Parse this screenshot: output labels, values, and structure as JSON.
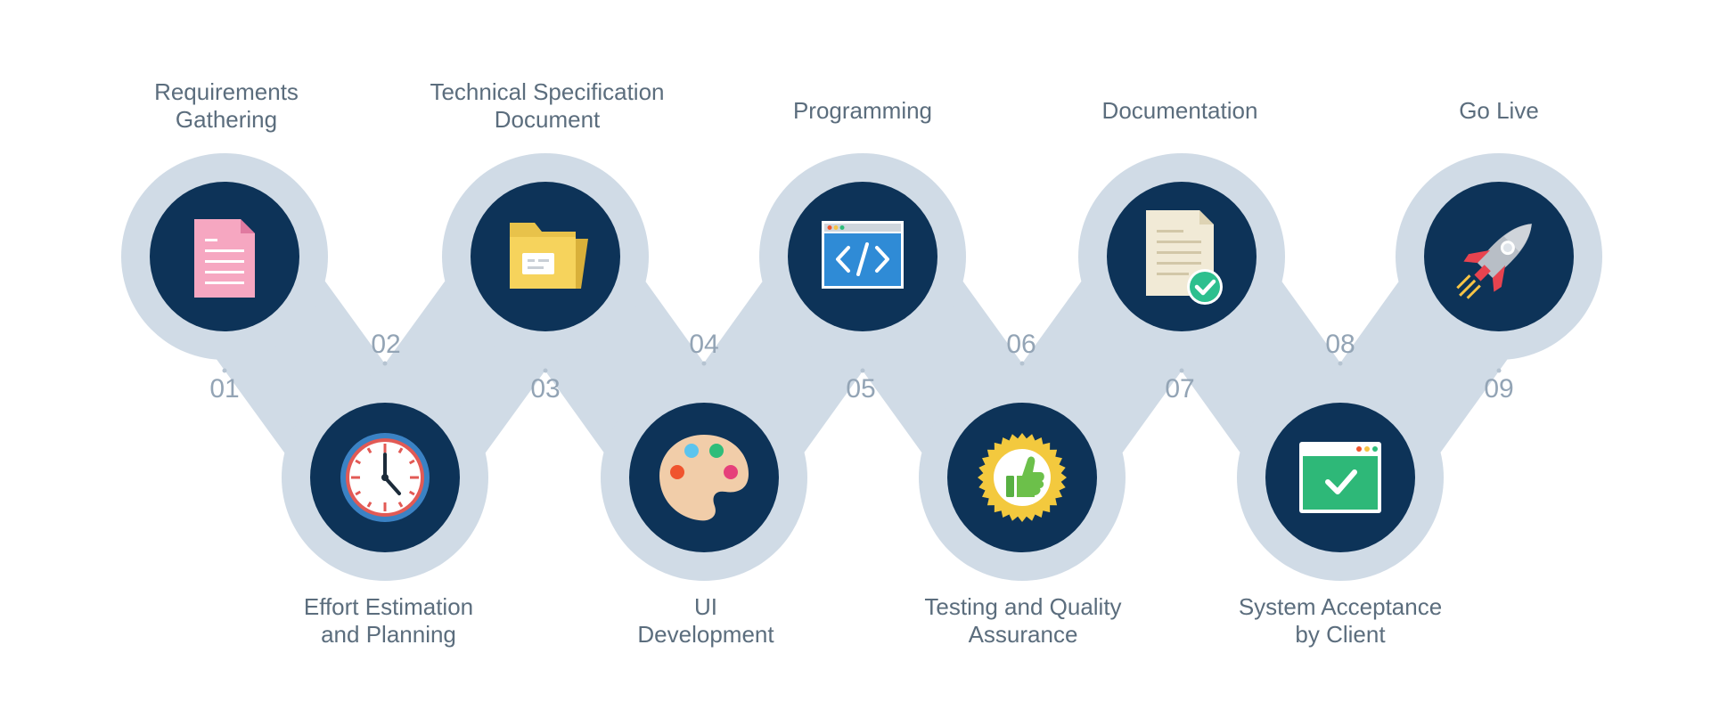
{
  "colors": {
    "track": "#d0dbe6",
    "node": "#0d3358",
    "label": "#5b6d7d",
    "number": "#93a4b5"
  },
  "steps": [
    {
      "number": "01",
      "label": "Requirements\nGathering",
      "icon": "document-icon"
    },
    {
      "number": "02",
      "label": "Effort Estimation\nand Planning",
      "icon": "clock-icon"
    },
    {
      "number": "03",
      "label": "Technical Specification\nDocument",
      "icon": "folder-icon"
    },
    {
      "number": "04",
      "label": "UI\nDevelopment",
      "icon": "palette-icon"
    },
    {
      "number": "05",
      "label": "Programming",
      "icon": "code-window-icon"
    },
    {
      "number": "06",
      "label": "Testing and Quality\nAssurance",
      "icon": "thumbs-up-badge-icon"
    },
    {
      "number": "07",
      "label": "Documentation",
      "icon": "approved-document-icon"
    },
    {
      "number": "08",
      "label": "System Acceptance\nby Client",
      "icon": "browser-check-icon"
    },
    {
      "number": "09",
      "label": "Go Live",
      "icon": "rocket-icon"
    }
  ]
}
